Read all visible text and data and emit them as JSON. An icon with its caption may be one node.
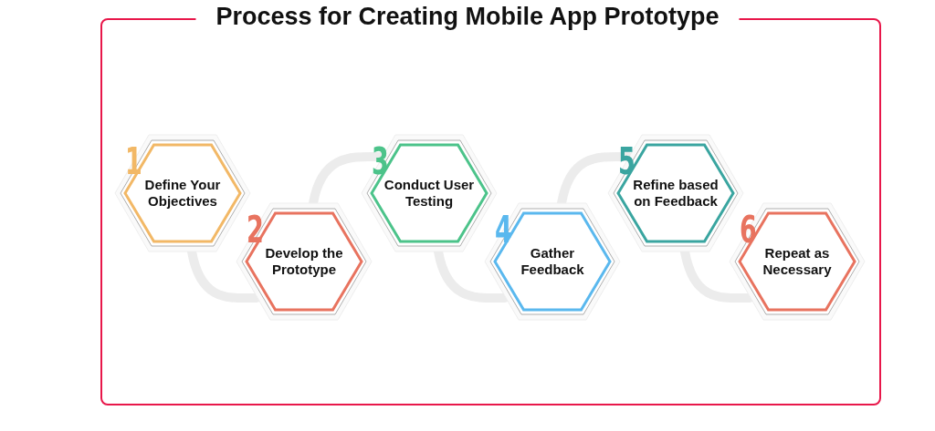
{
  "diagram": {
    "title": "Process for Creating Mobile App Prototype",
    "nodes": [
      {
        "text": [
          "1",
          "Define Your Objectives"
        ]
      },
      {
        "text": [
          "2",
          "Develop the Prototype"
        ]
      },
      {
        "text": [
          "3",
          "Conduct User Testing"
        ]
      },
      {
        "text": [
          "4",
          "Gather Feedback"
        ]
      },
      {
        "text": [
          "5",
          "Refine based on Feedback"
        ]
      },
      {
        "text": [
          "6",
          "Repeat as Necessary"
        ]
      }
    ],
    "edges": [
      {
        "from": 0,
        "to": 1,
        "arrow": "none"
      },
      {
        "from": 1,
        "to": 2,
        "arrow": "none"
      },
      {
        "from": 2,
        "to": 3,
        "arrow": "none"
      },
      {
        "from": 3,
        "to": 4,
        "arrow": "none"
      },
      {
        "from": 4,
        "to": 5,
        "arrow": "none"
      }
    ]
  }
}
